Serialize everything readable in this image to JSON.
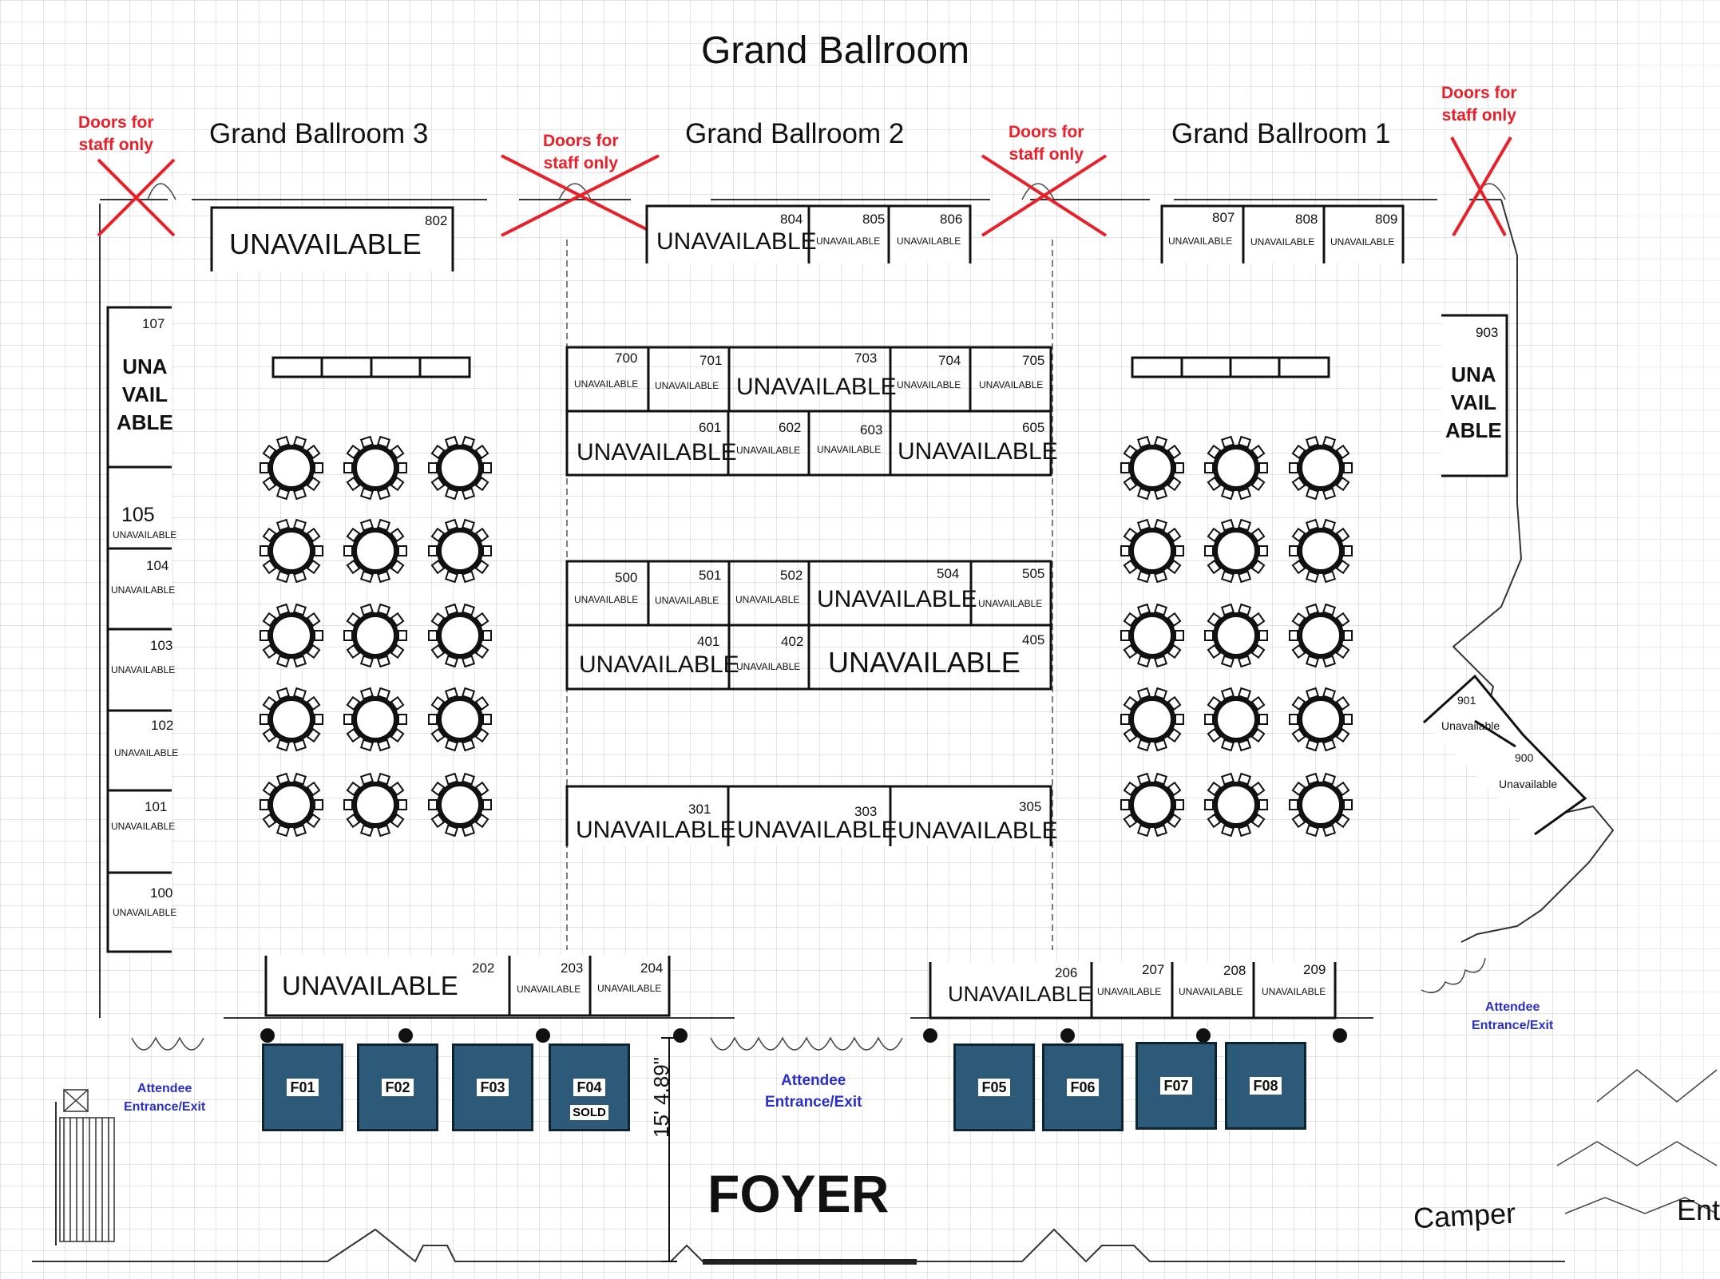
{
  "header": {
    "title": "Grand Ballroom",
    "rooms": [
      "Grand Ballroom  3",
      "Grand Ballroom  2",
      "Grand Ballroom  1"
    ]
  },
  "staff_doors_label": [
    "Doors for",
    "staff only"
  ],
  "attendee_label": [
    "Attendee",
    "Entrance/Exit"
  ],
  "unavailable_upper": "UNAVAILABLE",
  "unavailable_title": "Unavailable",
  "unavailable_vertical": [
    "UNA",
    "VAIL",
    "ABLE"
  ],
  "booth_numbers": {
    "b802": "802",
    "b804": "804",
    "b805": "805",
    "b806": "806",
    "b807": "807",
    "b808": "808",
    "b809": "809",
    "b107": "107",
    "b105": "105",
    "b104": "104",
    "b103": "103",
    "b102": "102",
    "b101": "101",
    "b100": "100",
    "b903": "903",
    "b901": "901",
    "b900": "900",
    "b700": "700",
    "b701": "701",
    "b703": "703",
    "b704": "704",
    "b705": "705",
    "b601": "601",
    "b602": "602",
    "b603": "603",
    "b605": "605",
    "b500": "500",
    "b501": "501",
    "b502": "502",
    "b504": "504",
    "b505": "505",
    "b401": "401",
    "b402": "402",
    "b405": "405",
    "b301": "301",
    "b303": "303",
    "b305": "305",
    "b202": "202",
    "b203": "203",
    "b204": "204",
    "b206": "206",
    "b207": "207",
    "b208": "208",
    "b209": "209"
  },
  "foyer_booths": [
    {
      "id": "F01",
      "status": ""
    },
    {
      "id": "F02",
      "status": ""
    },
    {
      "id": "F03",
      "status": ""
    },
    {
      "id": "F04",
      "status": "SOLD"
    },
    {
      "id": "F05",
      "status": ""
    },
    {
      "id": "F06",
      "status": ""
    },
    {
      "id": "F07",
      "status": ""
    },
    {
      "id": "F08",
      "status": ""
    }
  ],
  "foyer": "FOYER",
  "dimension": "15' 4.89\"",
  "camper": "Camper",
  "ent": "Ent",
  "colors": {
    "booth": "#2d5a78",
    "staff_doors": "#e8202a",
    "entrance": "#2b2fc4"
  }
}
